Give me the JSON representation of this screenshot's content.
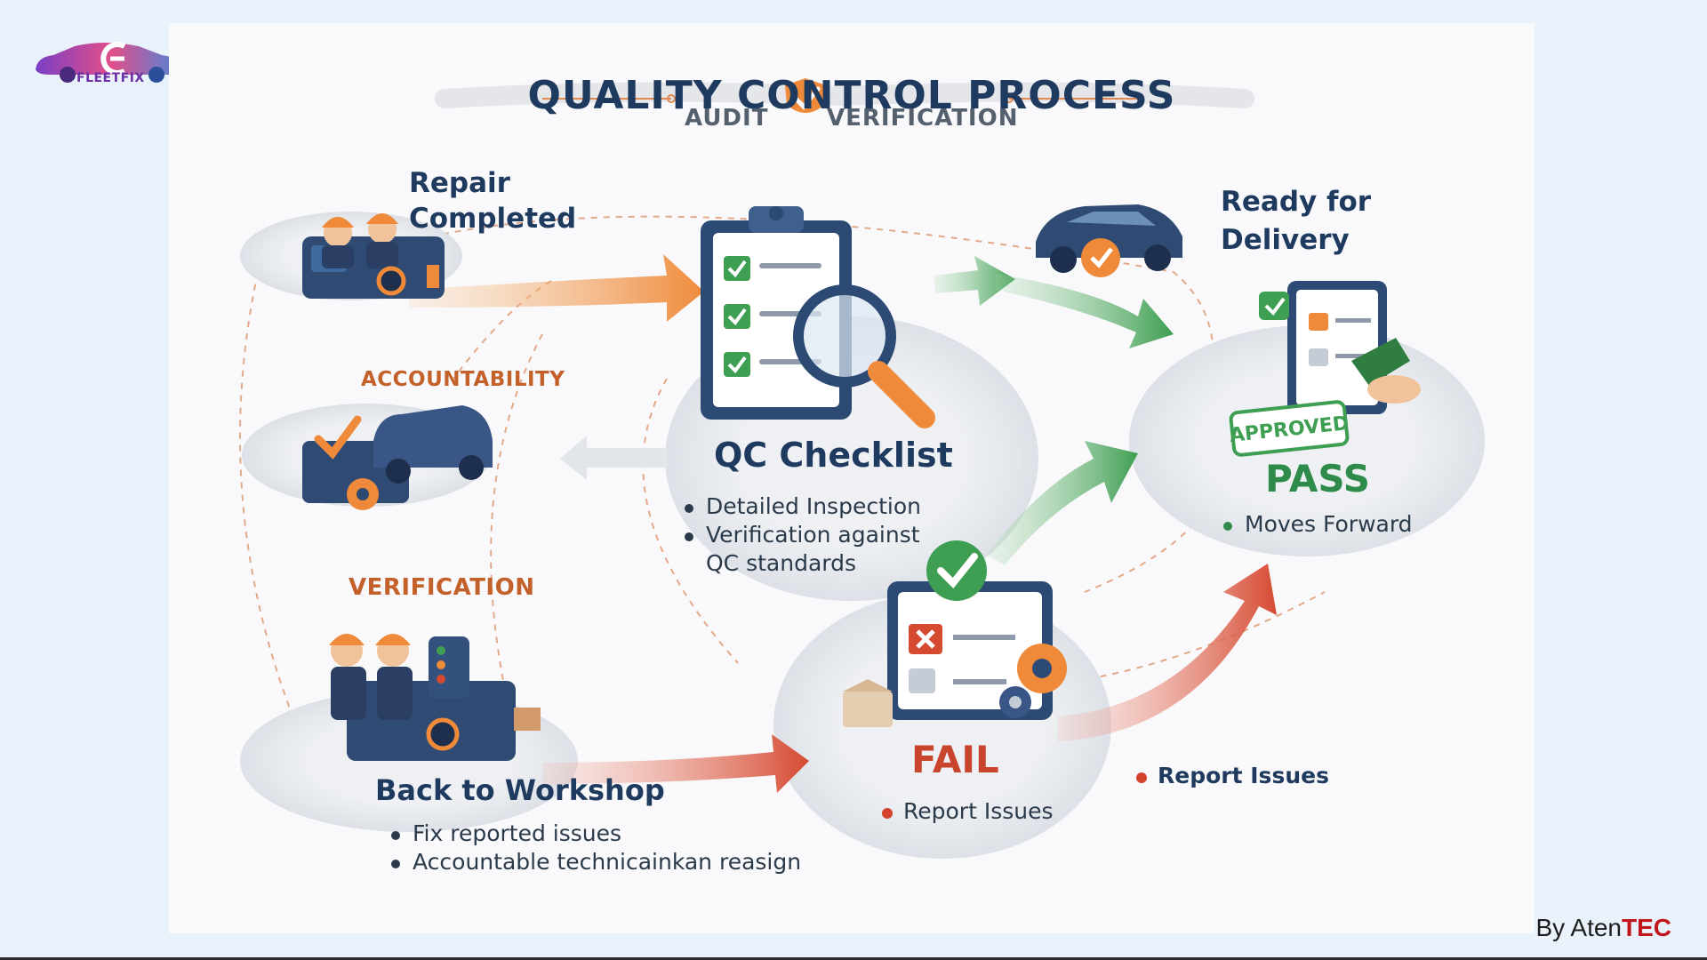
{
  "brand": {
    "logo_text": "FLEETFIX"
  },
  "credit": {
    "prefix": "By Aten",
    "suffix": "TEC"
  },
  "diagram": {
    "title": "QUALITY CONTROL PROCESS",
    "subtitle_left": "AUDIT",
    "subtitle_right": "VERIFICATION",
    "steps": {
      "repair": "Repair Completed",
      "ready": "Ready for Delivery",
      "qc_title": "QC Checklist",
      "qc_bullets": [
        "Detailed Inspection",
        "Verification against QC standards"
      ],
      "pass_title": "PASS",
      "pass_bullets": [
        "Moves Forward"
      ],
      "fail_title": "FAIL",
      "fail_report": "Report Issues",
      "side_report": "Report Issues",
      "back_title": "Back to Workshop",
      "back_bullets": [
        "Fix reported issues",
        "Accountable technicainkan reasign"
      ]
    },
    "labels": {
      "accountability": "ACCOUNTABILITY",
      "verification": "VERIFICATION",
      "stamp": "APPROVED"
    },
    "icons": [
      "worker-icon",
      "car-icon",
      "clipboard-icon",
      "magnifier-icon",
      "gear-icon",
      "toolbox-icon",
      "stamp-icon",
      "check-icon",
      "cross-icon"
    ],
    "colors": {
      "navy": "#1f3a5f",
      "orange": "#ef8a3a",
      "green": "#3e9e52",
      "red": "#d64a32",
      "label_orange": "#c4602a"
    }
  }
}
